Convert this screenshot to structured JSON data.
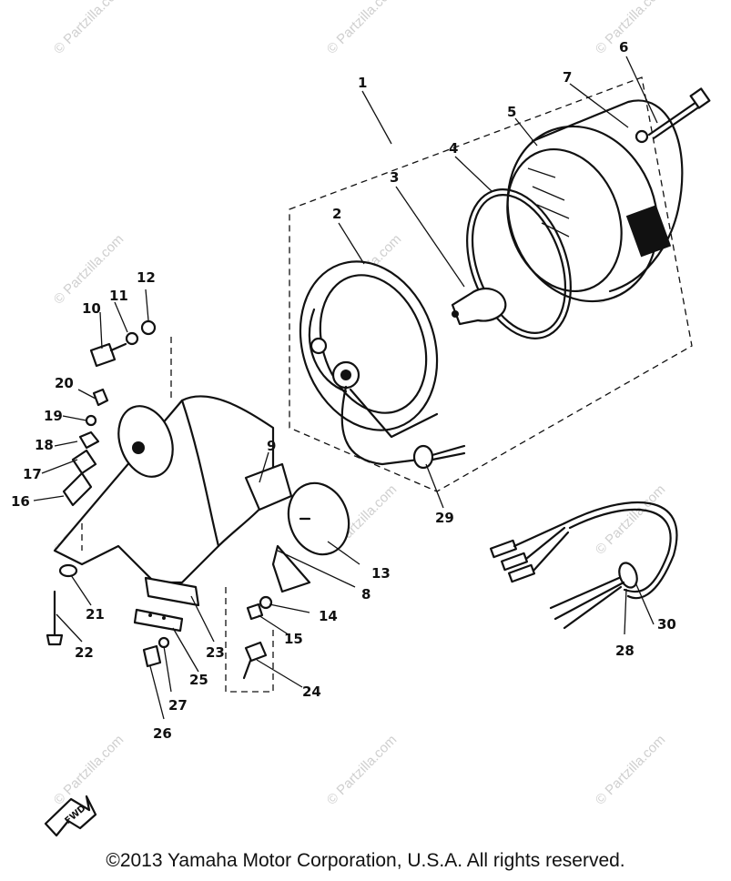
{
  "watermark_text": "© Partzilla.com",
  "copyright": "©2013  Yamaha Motor Corporation, U.S.A. All rights reserved.",
  "fwd_label": "FWD",
  "callouts": [
    "1",
    "2",
    "3",
    "4",
    "5",
    "6",
    "7",
    "8",
    "9",
    "10",
    "11",
    "12",
    "13",
    "14",
    "15",
    "16",
    "17",
    "18",
    "19",
    "20",
    "21",
    "22",
    "23",
    "24",
    "25",
    "26",
    "27",
    "28",
    "29",
    "30"
  ]
}
